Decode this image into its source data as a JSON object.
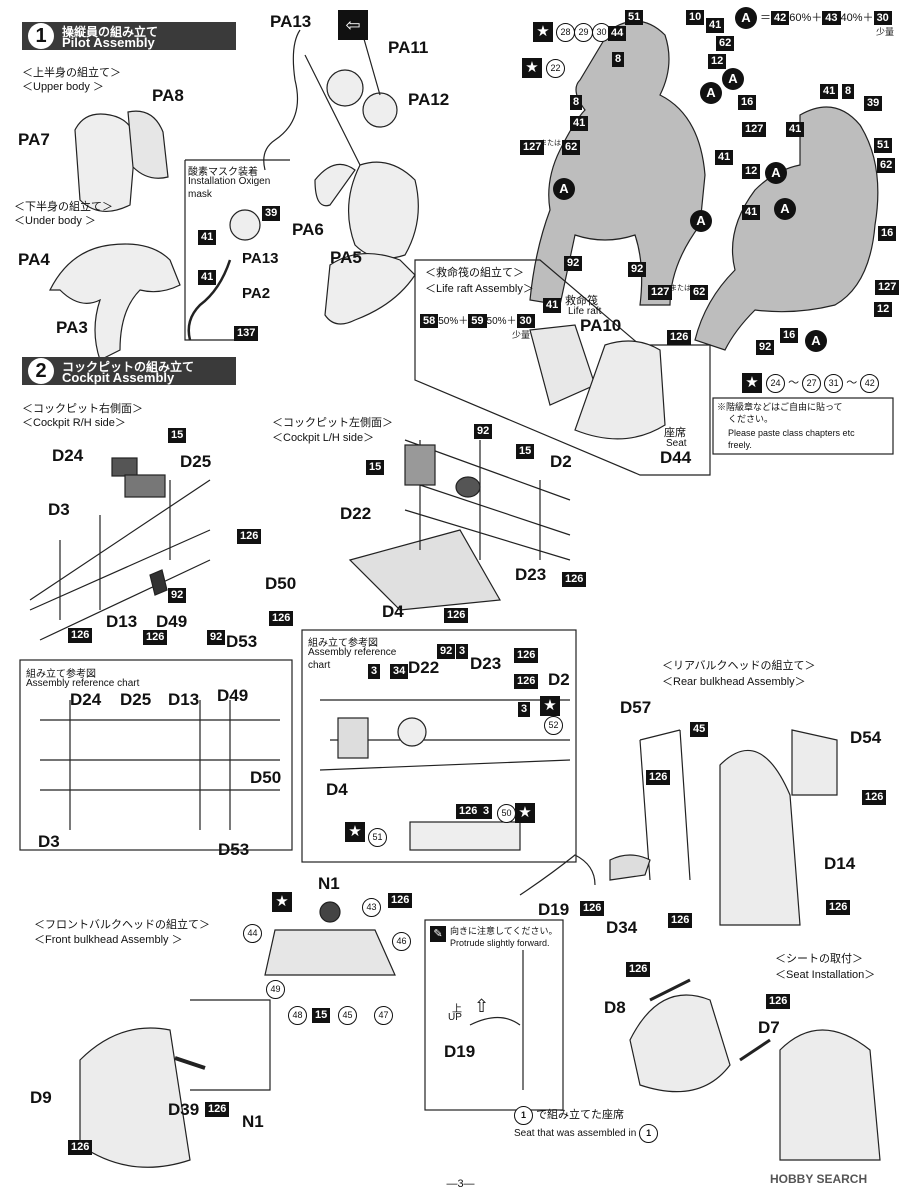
{
  "watermark_top": "",
  "sections": [
    {
      "num": "1",
      "jp": "操縦員の組み立て",
      "en": "Pilot Assembly"
    },
    {
      "num": "2",
      "jp": "コックピットの組み立て",
      "en": "Cockpit Assembly"
    }
  ],
  "pilot": {
    "upper_jp": "＜上半身の組立て＞",
    "upper_en": "＜Upper body ＞",
    "under_jp": "＜下半身の組立て＞",
    "under_en": "＜Under body ＞",
    "parts": [
      "PA8",
      "PA7",
      "PA4",
      "PA3",
      "PA13",
      "PA11",
      "PA12",
      "PA6",
      "PA5"
    ],
    "mask_jp": "酸素マスク装着",
    "mask_en1": "Installation Oxigen",
    "mask_en2": "mask",
    "mask_parts": [
      "PA13",
      "PA2"
    ],
    "mask_colors": [
      "39",
      "41",
      "41",
      "137"
    ]
  },
  "paint_mix": {
    "label": "A",
    "formula_a": "42",
    "pct_a": "60%＋",
    "formula_b": "43",
    "pct_b": "40%＋",
    "formula_c": "30",
    "small": "少量"
  },
  "figure_colors": [
    "28",
    "29",
    "30",
    "51",
    "10",
    "44",
    "41",
    "8",
    "62",
    "12",
    "16",
    "22",
    "8",
    "41",
    "127",
    "または or",
    "62",
    "127",
    "41",
    "92",
    "92",
    "41",
    "8",
    "39",
    "51",
    "62",
    "12",
    "41",
    "16",
    "127",
    "12",
    "16",
    "92",
    "62",
    "127"
  ],
  "decal_range": {
    "a": "24",
    "tilde1": "～",
    "b": "27",
    "c": "31",
    "tilde2": "～",
    "d": "42"
  },
  "decal_note_jp": "※階級章などはご自由に貼って",
  "decal_note_jp2": "ください。",
  "decal_note_en1": "Please paste class chapters etc",
  "decal_note_en2": "freely.",
  "liferaft": {
    "title_jp": "＜救命筏の組立て＞",
    "title_en": "＜Life raft Assembly＞",
    "mix_a": "58",
    "mix_a_pct": "50%＋",
    "mix_b": "59",
    "mix_b_pct": "50%＋",
    "mix_c": "30",
    "small": "少量",
    "color41": "41",
    "raft_jp": "救命筏",
    "raft_en": "Life raft",
    "part": "PA10",
    "color126": "126",
    "seat_jp": "座席",
    "seat_en": "Seat",
    "seat_part": "D44"
  },
  "cockpit_rh": {
    "title_jp": "＜コックピット右側面＞",
    "title_en": "＜Cockpit R/H side＞",
    "parts": [
      "D24",
      "D25",
      "D3",
      "D13",
      "D49",
      "D50",
      "D53"
    ],
    "colors": [
      "15",
      "126",
      "92",
      "126",
      "126",
      "92",
      "126"
    ],
    "ref_jp": "組み立て参考図",
    "ref_en": "Assembly reference chart",
    "ref_parts": [
      "D24",
      "D25",
      "D13",
      "D49",
      "D50",
      "D3",
      "D53"
    ]
  },
  "cockpit_lh": {
    "title_jp": "＜コックピット左側面＞",
    "title_en": "＜Cockpit L/H side＞",
    "parts": [
      "D22",
      "D2",
      "D23",
      "D4"
    ],
    "colors": [
      "15",
      "92",
      "15",
      "126",
      "126"
    ],
    "ref_jp": "組み立て参考図",
    "ref_en1": "Assembly reference",
    "ref_en2": "chart",
    "ref_parts": [
      "D22",
      "D23",
      "D2",
      "D4"
    ],
    "ref_colors": [
      "3",
      "34",
      "92",
      "3",
      "126",
      "126",
      "3",
      "52",
      "126",
      "3",
      "50",
      "51"
    ]
  },
  "rear_bulkhead": {
    "title_jp": "＜リアバルクヘッドの組立て＞",
    "title_en": "＜Rear bulkhead Assembly＞",
    "parts": [
      "D57",
      "D54",
      "D14",
      "D19",
      "D34"
    ],
    "colors": [
      "45",
      "126",
      "126",
      "126",
      "126",
      "126"
    ]
  },
  "front_bulkhead": {
    "title_jp": "＜フロントバルクヘッドの組立て＞",
    "title_en": "＜Front bulkhead Assembly ＞",
    "parts": [
      "N1",
      "D9",
      "D39",
      "N1"
    ],
    "colors": [
      "43",
      "126",
      "44",
      "46",
      "49",
      "48",
      "15",
      "45",
      "47",
      "126",
      "126"
    ]
  },
  "d19_note": {
    "jp": "向きに注意してください。",
    "en": "Protrude slightly forward.",
    "up_jp": "上",
    "up_en": "UP",
    "part": "D19"
  },
  "seat_install": {
    "title_jp": "＜シートの取付＞",
    "title_en": "＜Seat Installation＞",
    "parts": [
      "D8",
      "D7"
    ],
    "colors": [
      "126",
      "126"
    ],
    "note_num": "1",
    "note_jp": "で組み立てた座席",
    "note_en": "Seat that was assembled in"
  },
  "page_number": "—3—",
  "footer_watermark": "HOBBY SEARCH"
}
